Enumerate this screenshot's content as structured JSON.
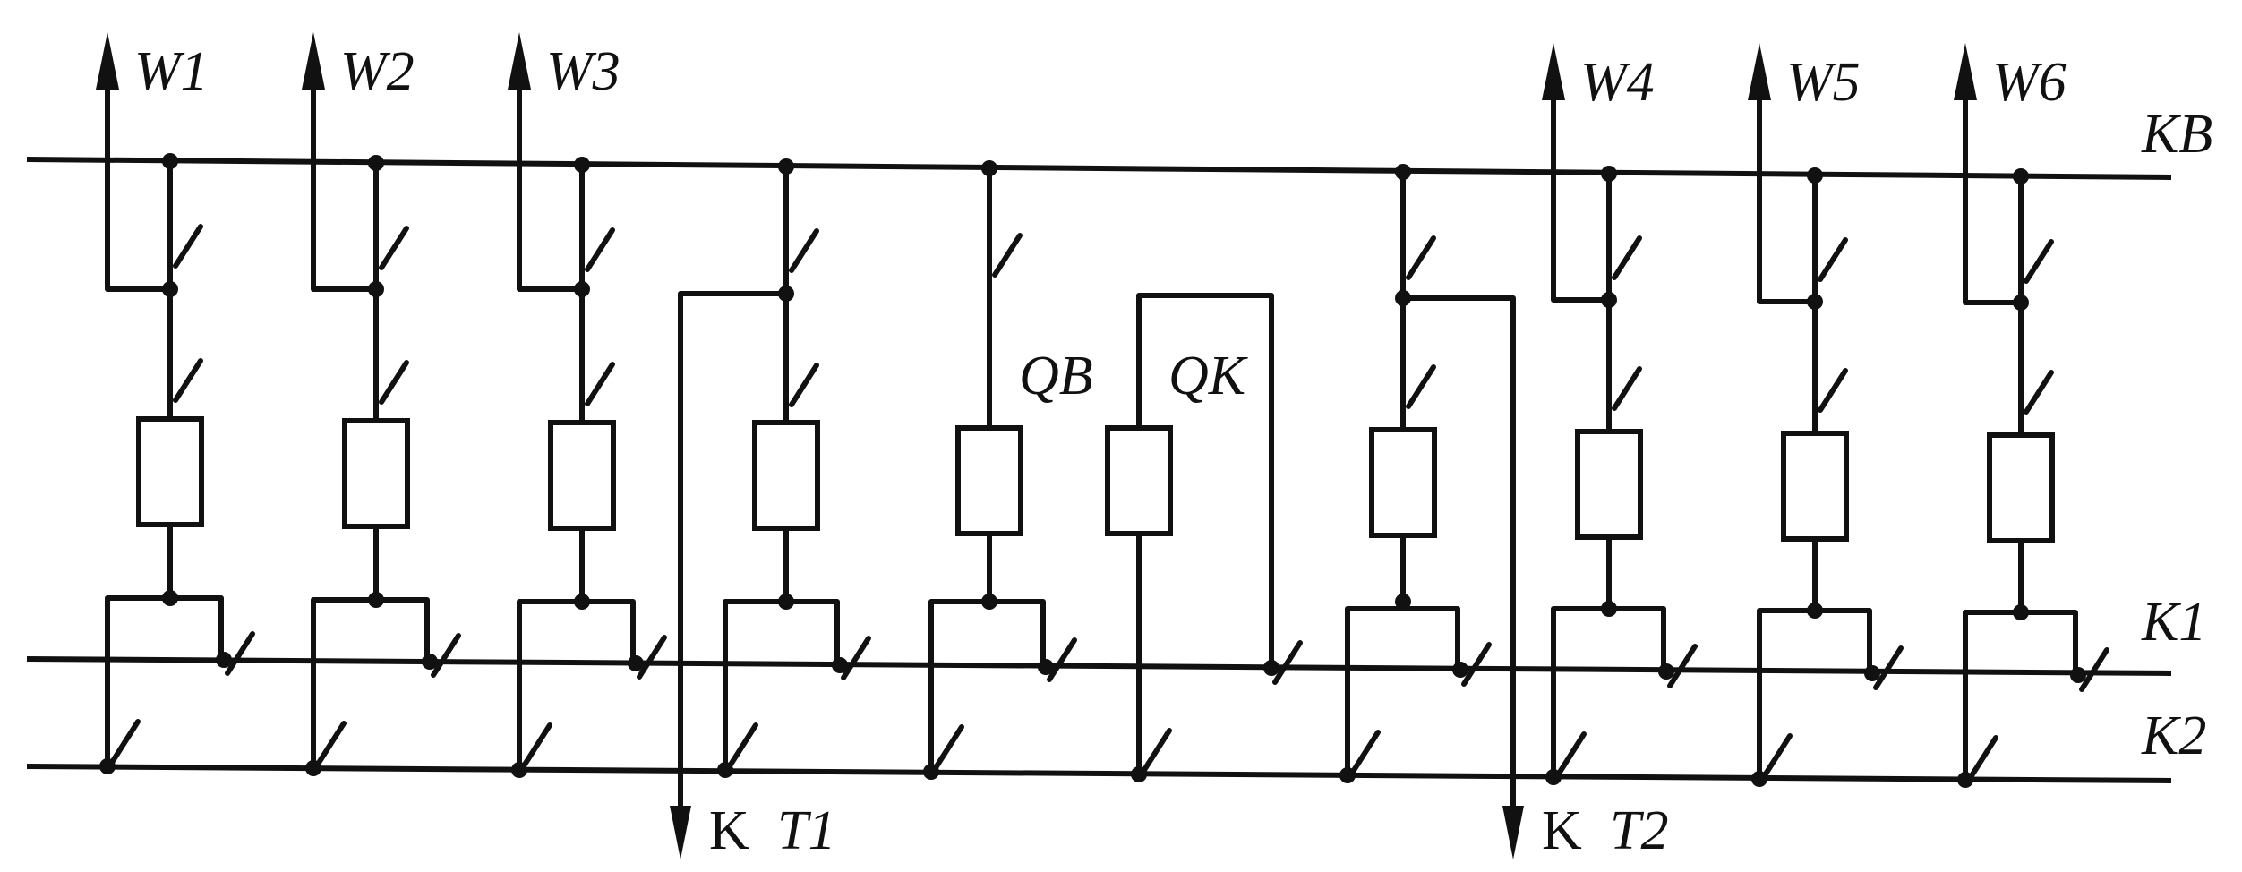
{
  "buses": {
    "main": "KB",
    "sec1": "K1",
    "sec2": "K2"
  },
  "feeders_left": [
    "W1",
    "W2",
    "W3"
  ],
  "feeders_right": [
    "W4",
    "W5",
    "W6"
  ],
  "couplers": {
    "qb": "QB",
    "qk": "QK"
  },
  "transformers": [
    {
      "k": "K",
      "name": "T1"
    },
    {
      "k": "K",
      "name": "T2"
    }
  ]
}
